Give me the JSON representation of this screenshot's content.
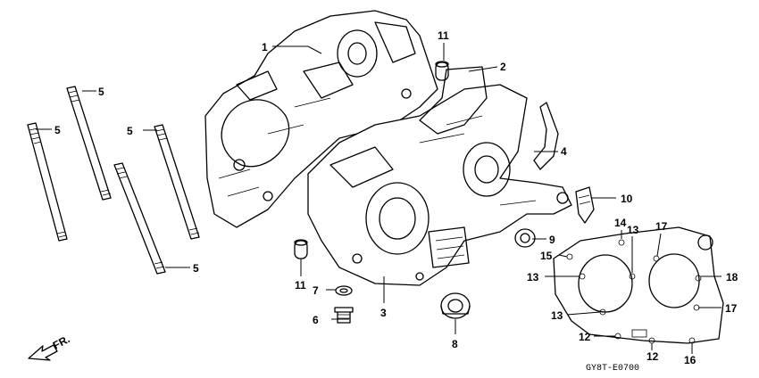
{
  "callouts": {
    "c1": "1",
    "c2": "2",
    "c3": "3",
    "c4": "4",
    "c5a": "5",
    "c5b": "5",
    "c5c": "5",
    "c5d": "5",
    "c6": "6",
    "c7": "7",
    "c8": "8",
    "c9": "9",
    "c10": "10",
    "c11a": "11",
    "c11b": "11",
    "c12a": "12",
    "c12b": "12",
    "c13a": "13",
    "c13b": "13",
    "c13c": "13",
    "c14": "14",
    "c15": "15",
    "c16": "16",
    "c17a": "17",
    "c17b": "17",
    "c18": "18"
  },
  "front_indicator": "FR.",
  "drawing_code": "GY8T-E0700"
}
